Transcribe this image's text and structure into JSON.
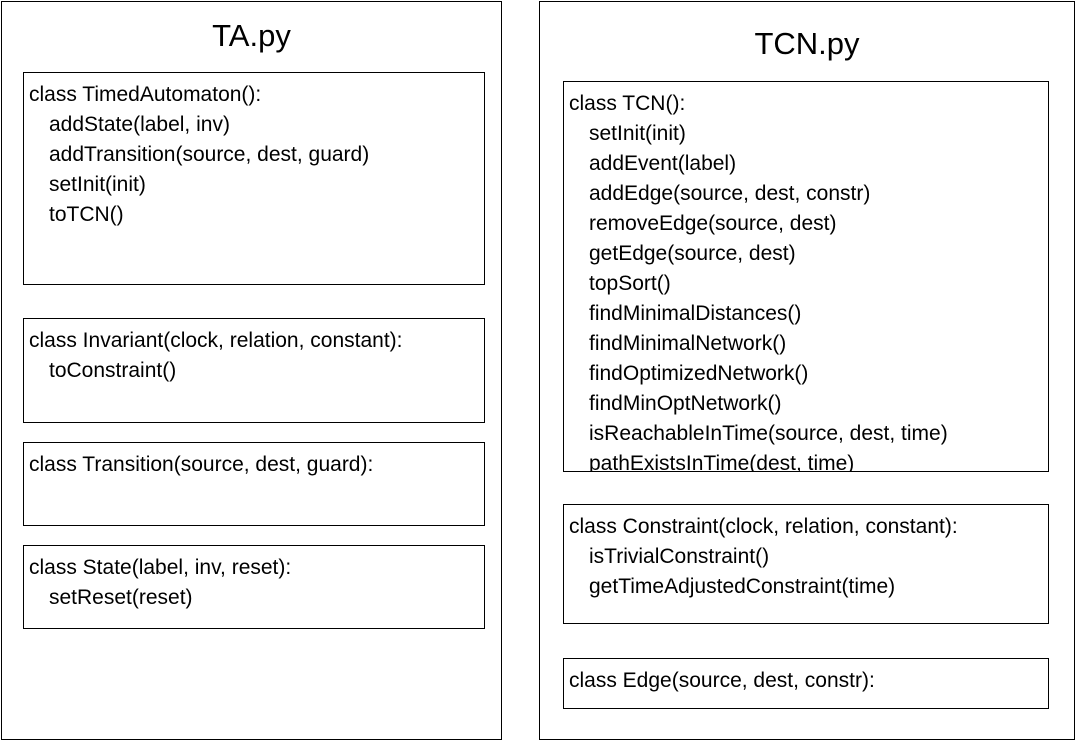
{
  "ta_panel": {
    "title": "TA.py",
    "timedautomaton": {
      "header": "class TimedAutomaton():",
      "methods": [
        "addState(label, inv)",
        "addTransition(source, dest, guard)",
        "setInit(init)",
        "toTCN()"
      ]
    },
    "invariant": {
      "header": "class Invariant(clock, relation, constant):",
      "methods": [
        "toConstraint()"
      ]
    },
    "transition": {
      "header": "class Transition(source, dest, guard):"
    },
    "state": {
      "header": "class State(label, inv, reset):",
      "methods": [
        "setReset(reset)"
      ]
    }
  },
  "tcn_panel": {
    "title": "TCN.py",
    "tcn": {
      "header": "class TCN():",
      "methods": [
        "setInit(init)",
        "addEvent(label)",
        "addEdge(source, dest, constr)",
        "removeEdge(source, dest)",
        "getEdge(source, dest)",
        "topSort()",
        "findMinimalDistances()",
        "findMinimalNetwork()",
        "findOptimizedNetwork()",
        "findMinOptNetwork()",
        "isReachableInTime(source, dest, time)",
        "pathExistsInTime(dest, time)"
      ]
    },
    "constraint": {
      "header": "class Constraint(clock, relation, constant):",
      "methods": [
        "isTrivialConstraint()",
        "getTimeAdjustedConstraint(time)"
      ]
    },
    "edge": {
      "header": "class Edge(source, dest, constr):"
    }
  }
}
